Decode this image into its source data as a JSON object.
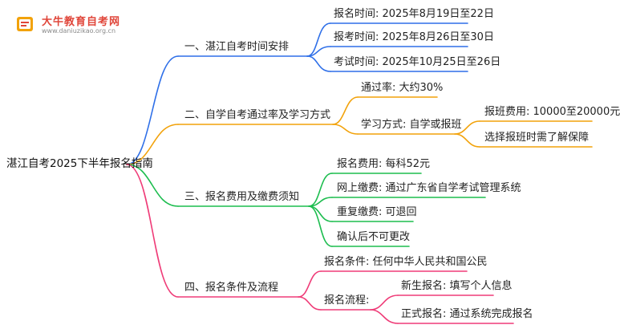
{
  "logo": {
    "name": "大牛教育自考网",
    "url": "www.daniuzikao.org.cn"
  },
  "colors": {
    "branch1": "#2e6fe8",
    "branch2": "#f2a20a",
    "branch3": "#1dbd4f",
    "branch4": "#ef3c78"
  },
  "mindmap": {
    "root": "湛江自考2025下半年报名指南",
    "branches": [
      {
        "label": "一、湛江自考时间安排",
        "children": [
          "报名时间: 2025年8月19日至22日",
          "报考时间: 2025年8月26日至30日",
          "考试时间: 2025年10月25日至26日"
        ]
      },
      {
        "label": "二、自学自考通过率及学习方式",
        "children": [
          "通过率: 大约30%",
          "学习方式: 自学或报班"
        ],
        "grandchildren": [
          "报班费用: 10000至20000元",
          "选择报班时需了解保障"
        ]
      },
      {
        "label": "三、报名费用及缴费须知",
        "children": [
          "报名费用: 每科52元",
          "网上缴费: 通过广东省自学考试管理系统",
          "重复缴费: 可退回",
          "确认后不可更改"
        ]
      },
      {
        "label": "四、报名条件及流程",
        "children": [
          "报名条件: 任何中华人民共和国公民",
          "报名流程:"
        ],
        "grandchildren": [
          "新生报名: 填写个人信息",
          "正式报名: 通过系统完成报名"
        ]
      }
    ]
  }
}
